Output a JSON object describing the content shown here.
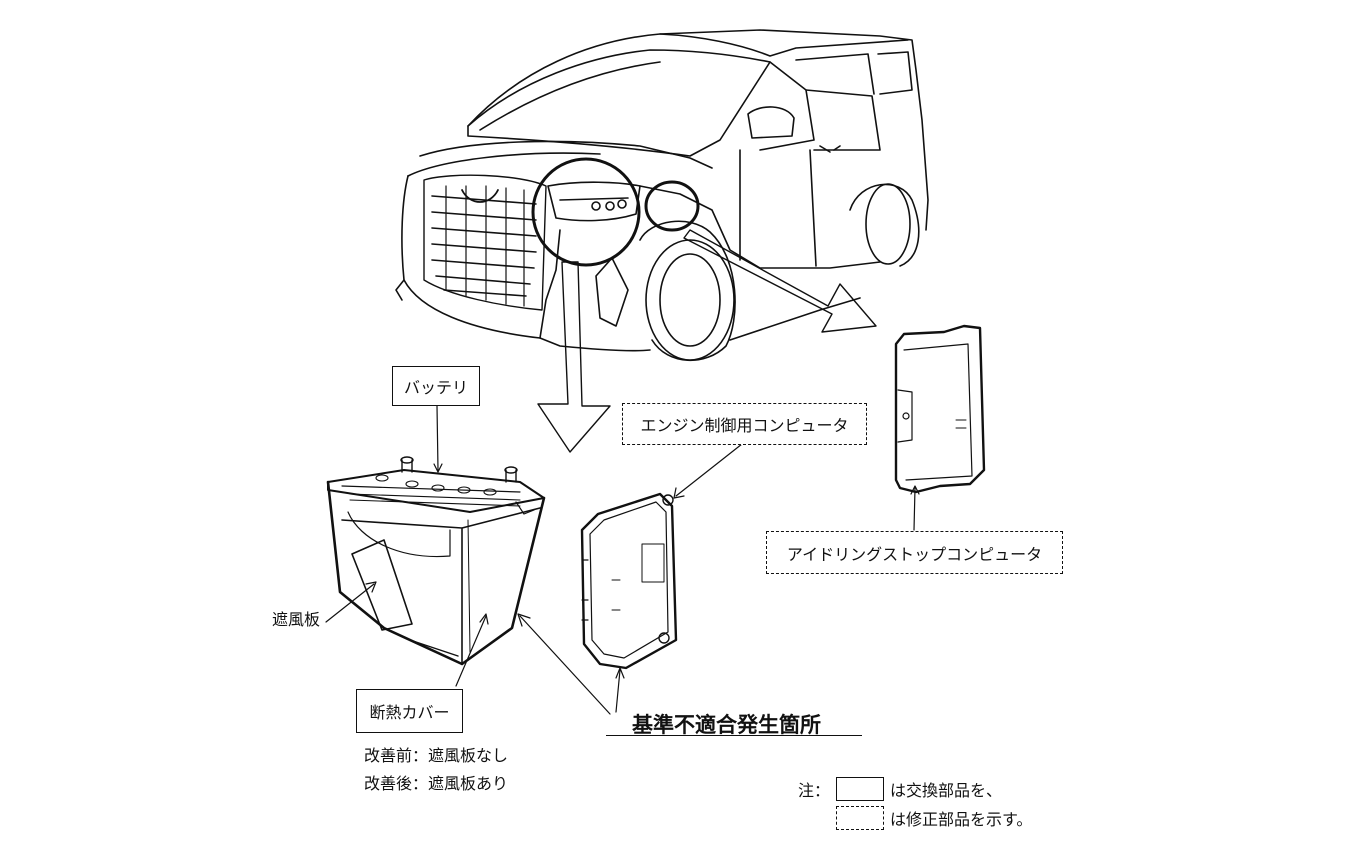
{
  "labels": {
    "battery": "バッテリ",
    "engine_ecu": "エンジン制御用コンピュータ",
    "idling_stop_ecu": "アイドリングストップコンピュータ",
    "wind_shield_plate": "遮風板",
    "heat_insulation_cover": "断熱カバー",
    "nonconformity_location": "基準不適合発生箇所",
    "before_improvement": "改善前：遮風板なし",
    "after_improvement": "改善後：遮風板あり"
  },
  "legend": {
    "note_prefix": "注：",
    "solid_box_meaning": "は交換部品を、",
    "dashed_box_meaning": "は修正部品を示す。"
  }
}
